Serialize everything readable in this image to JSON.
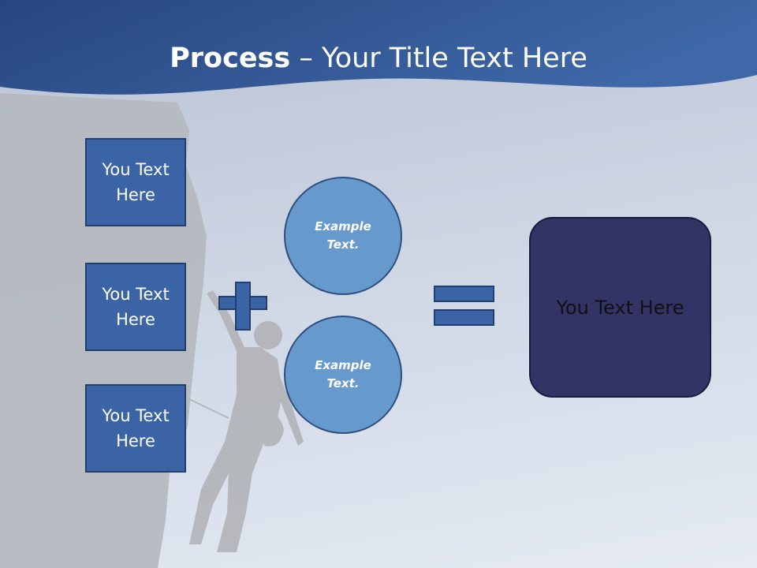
{
  "title": {
    "bold": "Process",
    "rest": " – Your Title Text Here"
  },
  "left_boxes": [
    {
      "label": "You Text Here"
    },
    {
      "label": "You Text Here"
    },
    {
      "label": "You Text Here"
    }
  ],
  "circles": [
    {
      "label": "Example Text."
    },
    {
      "label": "Example Text."
    }
  ],
  "result": {
    "label": "You Text Here"
  },
  "colors": {
    "banner": "#2f5597",
    "box_fill": "#3a64a6",
    "circle_fill": "#6699cc",
    "result_fill": "#333366"
  }
}
